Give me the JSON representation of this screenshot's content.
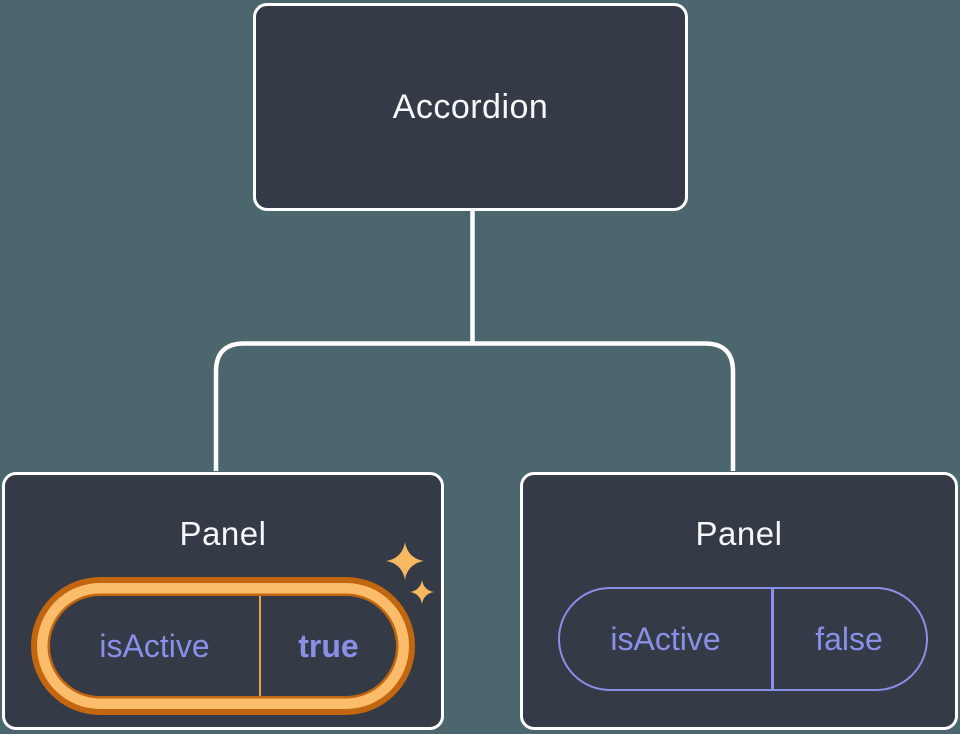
{
  "diagram": {
    "title": "component-state-tree",
    "root": {
      "label": "Accordion"
    },
    "children": [
      {
        "label": "Panel",
        "prop": {
          "name": "isActive",
          "value": "true"
        },
        "highlighted": true,
        "icon": "sparkles-icon"
      },
      {
        "label": "Panel",
        "prop": {
          "name": "isActive",
          "value": "false"
        },
        "highlighted": false
      }
    ]
  },
  "colors": {
    "canvas-bg": "#4C666E",
    "node-bg": "#343A46",
    "node-border": "#FFFFFF",
    "connector": "#FFFFFF",
    "title-text": "#F6F7F9",
    "state-text": "#8A8FE8",
    "pill-outline": "#8A8FE8",
    "highlight-gold": "#FBBD6C",
    "highlight-orange": "#C2660F",
    "highlight-divider": "#E5A455",
    "sparkle-gold": "#F7B95F"
  }
}
